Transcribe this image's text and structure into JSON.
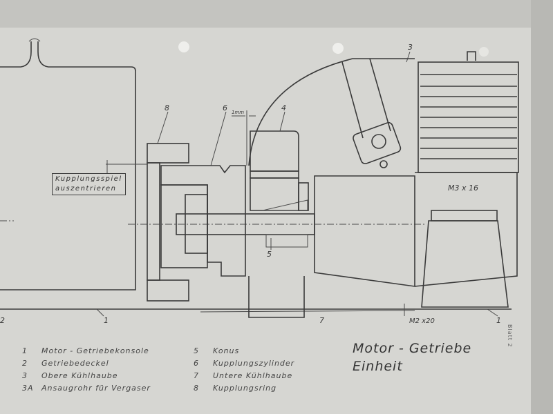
{
  "drawing": {
    "title_line1": "Motor - Getriebe",
    "title_line2": "Einheit",
    "sheet": "Blatt 2",
    "note_line1": "Kupplungsspiel",
    "note_line2": "auszentrieren",
    "callouts": {
      "c8": "8",
      "c6": "6",
      "c4": "4",
      "c3": "3",
      "c5": "5",
      "c7": "7",
      "c1a": "1",
      "c1b": "1",
      "c2": "2",
      "gap": "1mm",
      "m3": "M3 x 16",
      "m2": "M2 x20"
    }
  },
  "legend": [
    {
      "num": "1",
      "text": "Motor - Getriebekonsole"
    },
    {
      "num": "2",
      "text": "Getriebedeckel"
    },
    {
      "num": "3",
      "text": "Obere Kühlhaube"
    },
    {
      "num": "3A",
      "text": "Ansaugrohr für Vergaser"
    },
    {
      "num": "5",
      "text": "Konus"
    },
    {
      "num": "6",
      "text": "Kupplungszylinder"
    },
    {
      "num": "7",
      "text": "Untere Kühlhaube"
    },
    {
      "num": "8",
      "text": "Kupplungsring"
    }
  ]
}
